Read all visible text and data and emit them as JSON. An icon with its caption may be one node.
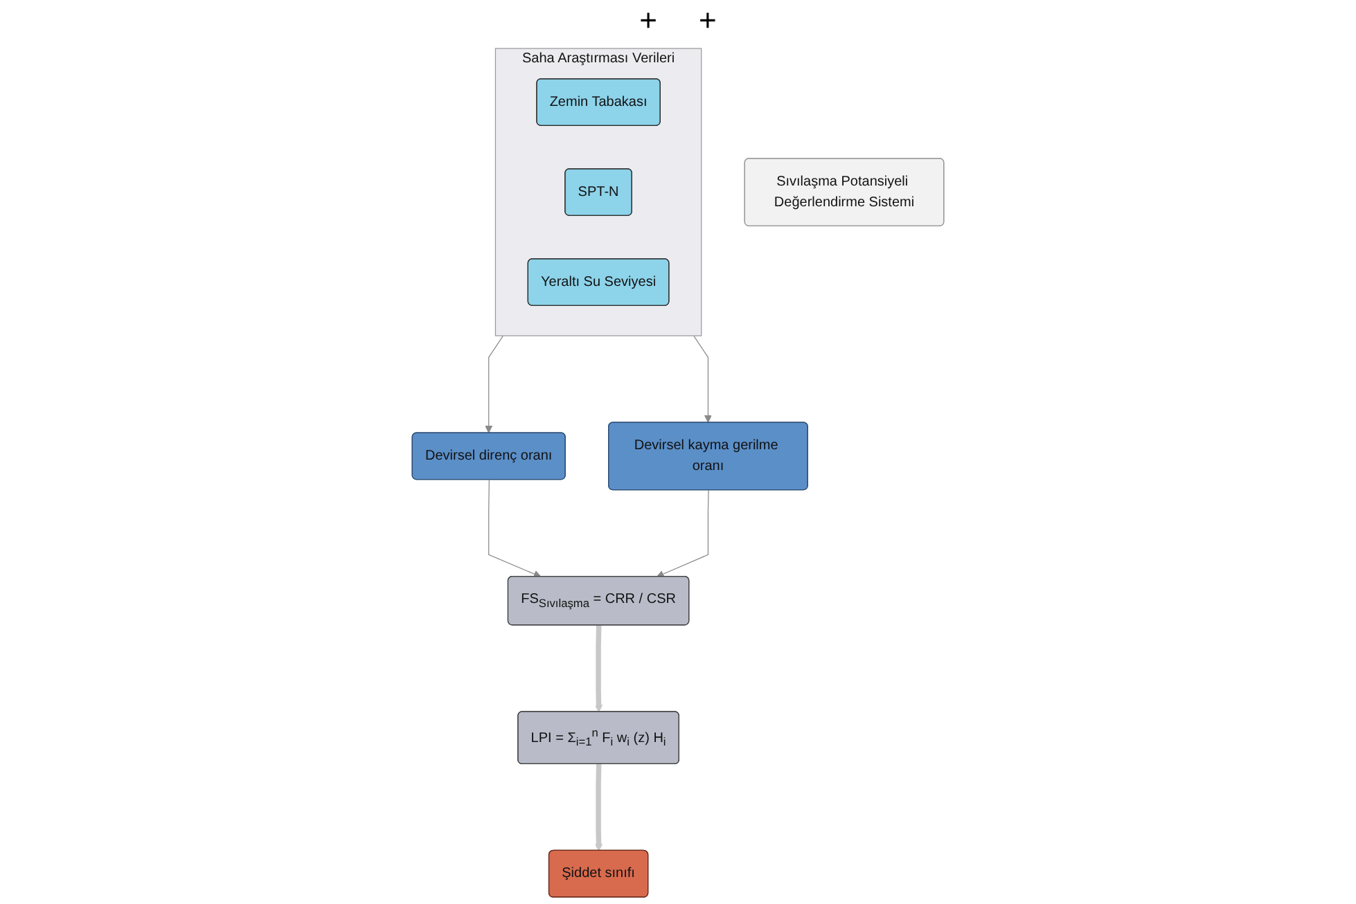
{
  "diagram": {
    "nodes": [
      {
        "text": [
          "Saha Araştırması Verileri"
        ]
      },
      {
        "text": [
          "Zemin Tabakası"
        ],
        "in": 0
      },
      {
        "text": [
          "SPT-N"
        ],
        "in": 0
      },
      {
        "text": [
          "Yeraltı Su Seviyesi"
        ],
        "in": 0
      },
      {
        "text": [
          "Devirsel direnç oranı"
        ]
      },
      {
        "text": [
          "Devirsel kayma gerilme oranı"
        ]
      },
      {
        "text": [
          "FS$_{Sıvılaşma}$ = CRR / CSR"
        ]
      },
      {
        "text": [
          "LPI = Σ$_{i=1}$$^{n}$ F$_{i}$ w$_{i}$ (z) H$_{i}$"
        ]
      },
      {
        "text": [
          "Şiddet sınıfı"
        ]
      },
      {
        "text": [
          "Sıvılaşma Potansiyeli Değerlendirme Sistemi"
        ]
      }
    ],
    "edges": [
      {
        "from": 0,
        "to": 4,
        "arrow": "to"
      },
      {
        "from": 0,
        "to": 5,
        "arrow": "to"
      },
      {
        "from": 4,
        "to": 6,
        "arrow": "to"
      },
      {
        "from": 5,
        "to": 6,
        "arrow": "to"
      },
      {
        "from": 6,
        "to": 7,
        "arrow": "to",
        "style": "thick",
        "color": "#c8c8c8"
      },
      {
        "from": 7,
        "to": 8,
        "arrow": "to",
        "style": "thick",
        "color": "#c8c8c8"
      }
    ],
    "labels": [
      "+",
      "+"
    ]
  }
}
